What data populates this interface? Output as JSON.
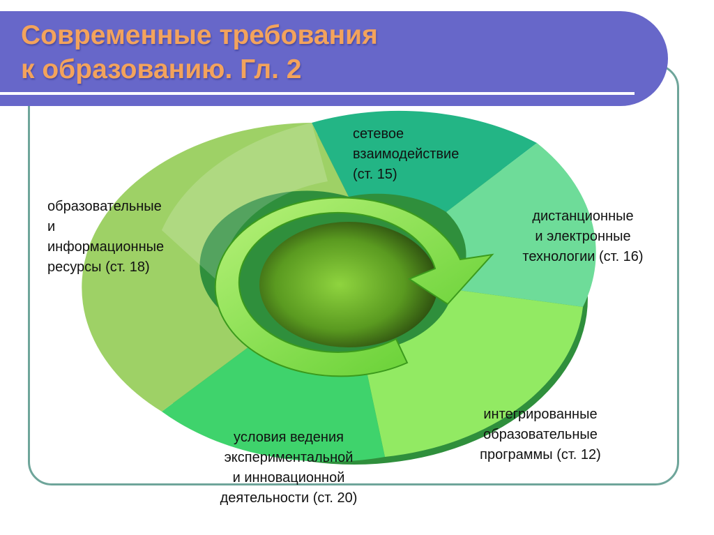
{
  "title": {
    "line1": "Современные требования",
    "line2": "к образованию. Гл. 2"
  },
  "colors": {
    "header_background": "#6767c9",
    "title_text": "#f3a35c",
    "frame_border": "#6ea59a",
    "arrow": "#86e45a"
  },
  "segments": [
    {
      "id": "network",
      "lines": [
        "сетевое",
        "взаимодействие",
        "(ст. 15)"
      ]
    },
    {
      "id": "distance",
      "lines": [
        "дистанционные",
        "и электронные",
        "технологии (ст. 16)"
      ]
    },
    {
      "id": "integrated",
      "lines": [
        "интегрированные",
        "образовательные",
        "программы (ст. 12)"
      ]
    },
    {
      "id": "experimental",
      "lines": [
        "условия ведения",
        "экспериментальной",
        "и инновационной",
        "деятельности (ст. 20)"
      ]
    },
    {
      "id": "resources",
      "lines": [
        "образовательные",
        "и",
        "информационные",
        "ресурсы (ст. 18)"
      ]
    }
  ]
}
